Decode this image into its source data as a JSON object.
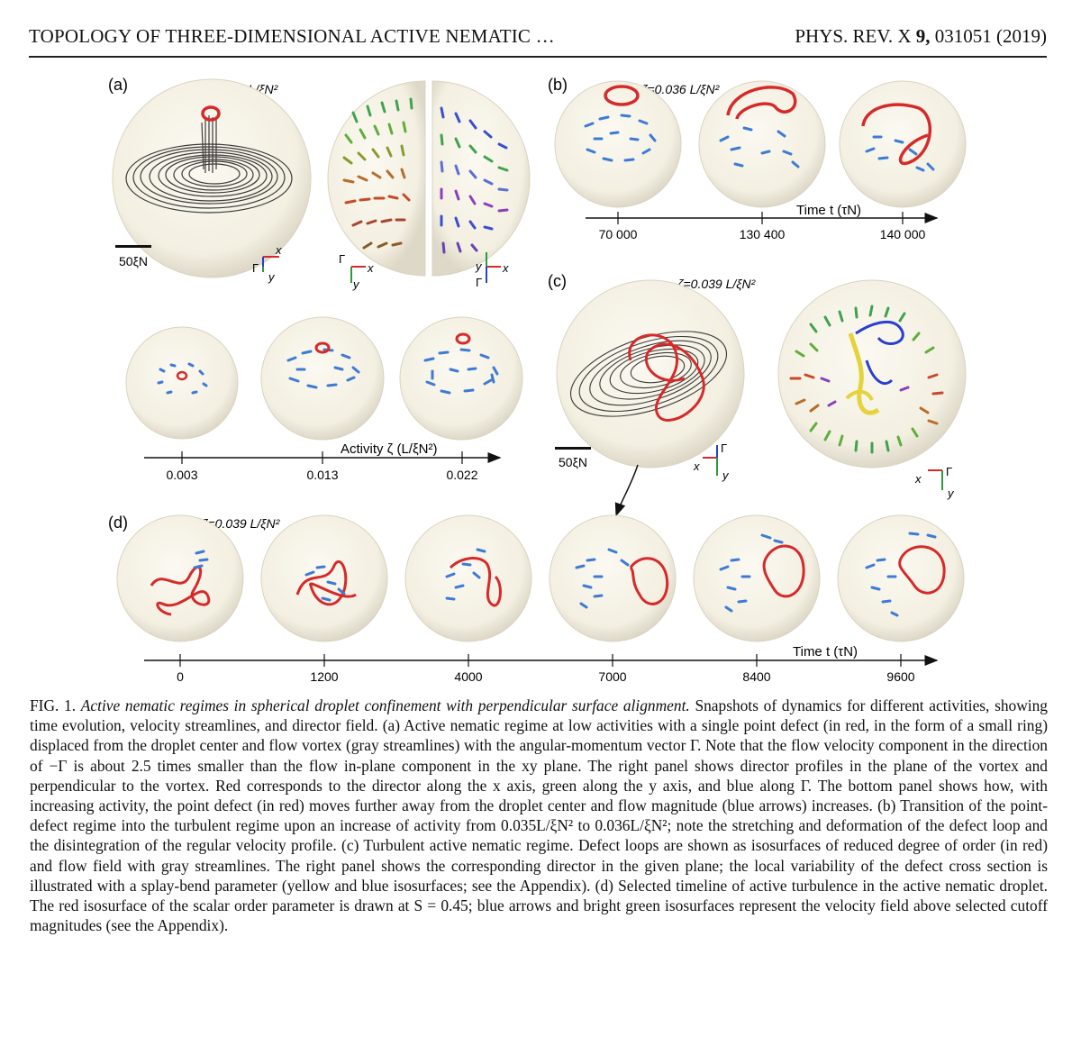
{
  "header": {
    "title": "TOPOLOGY OF THREE-DIMENSIONAL ACTIVE NEMATIC …",
    "journal": "PHYS. REV. X",
    "volume": "9,",
    "article": "031051 (2019)"
  },
  "figure": {
    "panel_a": {
      "label": "(a)",
      "zeta": "ζ=0.022 L/ξN²",
      "scale": "50ξN",
      "axis_x": "x",
      "axis_y": "y",
      "axis_gamma": "Γ",
      "activity_label": "Activity ζ (L/ξN²)",
      "activity_ticks": [
        "0.003",
        "0.013",
        "0.022"
      ]
    },
    "panel_b": {
      "label": "(b)",
      "zeta": "ζ=0.036 L/ξN²",
      "time_label": "Time t (τN)",
      "ticks": [
        "70 000",
        "130 400",
        "140 000"
      ]
    },
    "panel_c": {
      "label": "(c)",
      "zeta": "ζ=0.039 L/ξN²",
      "scale": "50ξN",
      "axis_x": "x",
      "axis_y": "y",
      "axis_gamma": "Γ"
    },
    "panel_d": {
      "label": "(d)",
      "zeta": "ζ=0.039 L/ξN²",
      "time_label": "Time t (τN)",
      "ticks": [
        "0",
        "1200",
        "4000",
        "7000",
        "8400",
        "9600"
      ]
    },
    "colors": {
      "defect": "#d62a2a",
      "flow": "#3d7bd4",
      "streamline": "#1a1a1a",
      "sphere": "#f5f2e6",
      "isosurface_yellow": "#e6d23a"
    }
  },
  "caption": {
    "fig_label": "FIG. 1.",
    "title_italic": "Active nematic regimes in spherical droplet confinement with perpendicular surface alignment.",
    "body": "Snapshots of dynamics for different activities, showing time evolution, velocity streamlines, and director field. (a) Active nematic regime at low activities with a single point defect (in red, in the form of a small ring) displaced from the droplet center and flow vortex (gray streamlines) with the angular-momentum vector Γ. Note that the flow velocity component in the direction of −Γ is about 2.5 times smaller than the flow in-plane component in the xy plane. The right panel shows director profiles in the plane of the vortex and perpendicular to the vortex. Red corresponds to the director along the x axis, green along the y axis, and blue along Γ. The bottom panel shows how, with increasing activity, the point defect (in red) moves further away from the droplet center and flow magnitude (blue arrows) increases. (b) Transition of the point-defect regime into the turbulent regime upon an increase of activity from 0.035L/ξN² to 0.036L/ξN²; note the stretching and deformation of the defect loop and the disintegration of the regular velocity profile. (c) Turbulent active nematic regime. Defect loops are shown as isosurfaces of reduced degree of order (in red) and flow field with gray streamlines. The right panel shows the corresponding director in the given plane; the local variability of the defect cross section is illustrated with a splay-bend parameter (yellow and blue isosurfaces; see the Appendix). (d) Selected timeline of active turbulence in the active nematic droplet. The red isosurface of the scalar order parameter is drawn at S = 0.45; blue arrows and bright green isosurfaces represent the velocity field above selected cutoff magnitudes (see the Appendix)."
  }
}
